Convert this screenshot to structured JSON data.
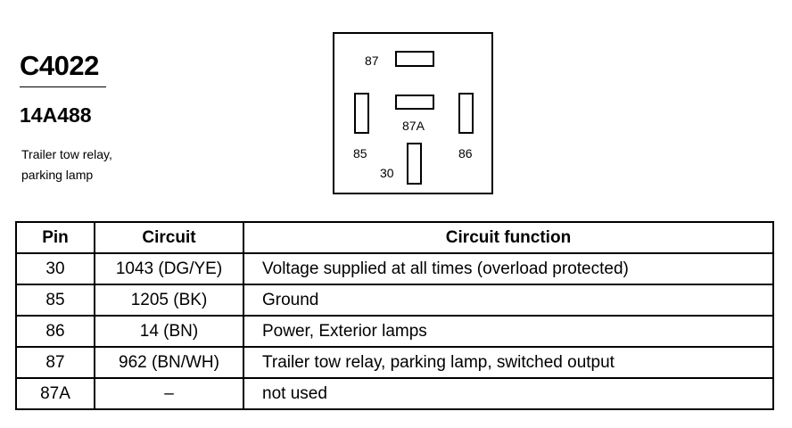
{
  "connector": {
    "id": "C4022",
    "part_number": "14A488",
    "description_lines": [
      "Trailer tow relay,",
      "parking lamp"
    ]
  },
  "diagram": {
    "pin_labels": {
      "p87": "87",
      "p87a": "87A",
      "p85": "85",
      "p86": "86",
      "p30": "30"
    }
  },
  "table": {
    "headers": [
      "Pin",
      "Circuit",
      "Circuit function"
    ],
    "rows": [
      {
        "pin": "30",
        "circuit": "1043 (DG/YE)",
        "function": "Voltage supplied at all times (overload protected)"
      },
      {
        "pin": "85",
        "circuit": "1205 (BK)",
        "function": "Ground"
      },
      {
        "pin": "86",
        "circuit": "14 (BN)",
        "function": "Power, Exterior lamps"
      },
      {
        "pin": "87",
        "circuit": "962 (BN/WH)",
        "function": "Trailer tow relay, parking lamp, switched output"
      },
      {
        "pin": "87A",
        "circuit": "–",
        "function": "not used"
      }
    ]
  }
}
